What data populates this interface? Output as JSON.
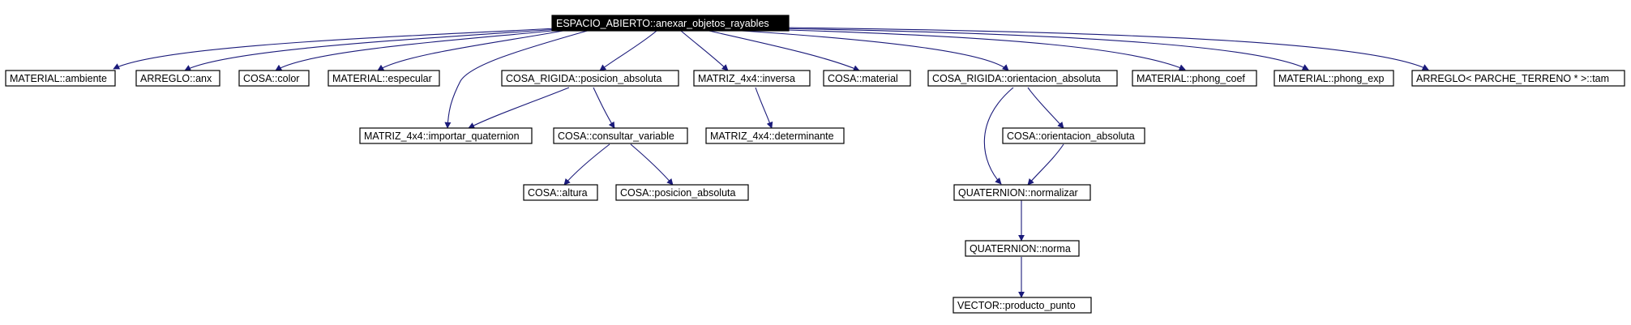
{
  "colors": {
    "edge": "#1a1a7a",
    "node_border": "#000000",
    "root_fill": "#000000",
    "root_text": "#ffffff"
  },
  "nodes": {
    "root": "ESPACIO_ABIERTO::anexar_objetos_rayables",
    "ambiente": "MATERIAL::ambiente",
    "anx": "ARREGLO::anx",
    "color": "COSA::color",
    "especular": "MATERIAL::especular",
    "rig_pos": "COSA_RIGIDA::posicion_absoluta",
    "inversa": "MATRIZ_4x4::inversa",
    "material": "COSA::material",
    "rig_ori": "COSA_RIGIDA::orientacion_absoluta",
    "phong_coef": "MATERIAL::phong_coef",
    "phong_exp": "MATERIAL::phong_exp",
    "tam": "ARREGLO< PARCHE_TERRENO * >::tam",
    "imp_quat": "MATRIZ_4x4::importar_quaternion",
    "consultar": "COSA::consultar_variable",
    "determinante": "MATRIZ_4x4::determinante",
    "cosa_ori": "COSA::orientacion_absoluta",
    "altura": "COSA::altura",
    "cosa_pos": "COSA::posicion_absoluta",
    "normalizar": "QUATERNION::normalizar",
    "norma": "QUATERNION::norma",
    "producto": "VECTOR::producto_punto"
  }
}
